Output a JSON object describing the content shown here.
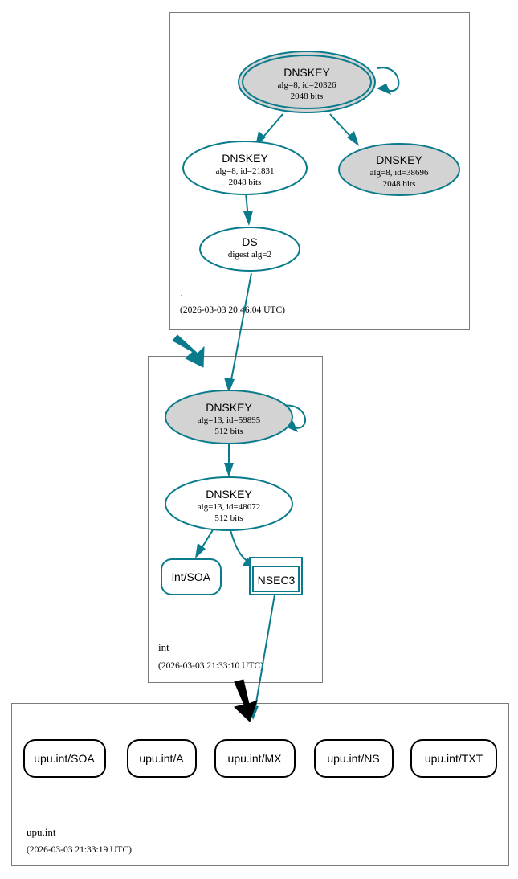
{
  "colors": {
    "secure": "#0a7b8c",
    "insecure": "#000000",
    "node_fill_gray": "#d3d3d3",
    "node_fill_white": "#ffffff",
    "zone_border": "#7a7a7a",
    "background": "#ffffff"
  },
  "zones": [
    {
      "id": "root",
      "name": ".",
      "timestamp": "(2026-03-03 20:46:04 UTC)",
      "nodes": [
        {
          "id": "root-ksk",
          "type": "DNSKEY",
          "shape": "double-ellipse",
          "fill": "gray",
          "title": "DNSKEY",
          "line2": "alg=8, id=20326",
          "line3": "2048 bits",
          "self_signed": true,
          "trust_anchor": true
        },
        {
          "id": "root-zsk-21831",
          "type": "DNSKEY",
          "shape": "ellipse",
          "fill": "white",
          "title": "DNSKEY",
          "line2": "alg=8, id=21831",
          "line3": "2048 bits",
          "self_signed": false,
          "trust_anchor": false
        },
        {
          "id": "root-zsk-38696",
          "type": "DNSKEY",
          "shape": "ellipse",
          "fill": "gray",
          "title": "DNSKEY",
          "line2": "alg=8, id=38696",
          "line3": "2048 bits",
          "self_signed": false,
          "trust_anchor": false
        },
        {
          "id": "root-ds",
          "type": "DS",
          "shape": "ellipse",
          "fill": "white",
          "title": "DS",
          "line2": "digest alg=2",
          "line3": "",
          "self_signed": false,
          "trust_anchor": false
        }
      ]
    },
    {
      "id": "int",
      "name": "int",
      "timestamp": "(2026-03-03 21:33:10 UTC)",
      "nodes": [
        {
          "id": "int-ksk",
          "type": "DNSKEY",
          "shape": "ellipse",
          "fill": "gray",
          "title": "DNSKEY",
          "line2": "alg=13, id=59895",
          "line3": "512 bits",
          "self_signed": true,
          "trust_anchor": false
        },
        {
          "id": "int-zsk",
          "type": "DNSKEY",
          "shape": "ellipse",
          "fill": "white",
          "title": "DNSKEY",
          "line2": "alg=13, id=48072",
          "line3": "512 bits",
          "self_signed": false,
          "trust_anchor": false
        },
        {
          "id": "int-soa",
          "type": "RRset",
          "shape": "rounded-rect",
          "fill": "white",
          "title": "int/SOA",
          "line2": "",
          "line3": "",
          "self_signed": false,
          "trust_anchor": false
        },
        {
          "id": "int-nsec3",
          "type": "NSEC3",
          "shape": "double-rect",
          "fill": "white",
          "title": "NSEC3",
          "line2": "",
          "line3": "",
          "self_signed": false,
          "trust_anchor": false
        }
      ]
    },
    {
      "id": "upu-int",
      "name": "upu.int",
      "timestamp": "(2026-03-03 21:33:19 UTC)",
      "nodes": [
        {
          "id": "upu-soa",
          "type": "RRset",
          "shape": "rounded-rect",
          "fill": "white",
          "title": "upu.int/SOA",
          "line2": "",
          "line3": "",
          "self_signed": false,
          "trust_anchor": false
        },
        {
          "id": "upu-a",
          "type": "RRset",
          "shape": "rounded-rect",
          "fill": "white",
          "title": "upu.int/A",
          "line2": "",
          "line3": "",
          "self_signed": false,
          "trust_anchor": false
        },
        {
          "id": "upu-mx",
          "type": "RRset",
          "shape": "rounded-rect",
          "fill": "white",
          "title": "upu.int/MX",
          "line2": "",
          "line3": "",
          "self_signed": false,
          "trust_anchor": false
        },
        {
          "id": "upu-ns",
          "type": "RRset",
          "shape": "rounded-rect",
          "fill": "white",
          "title": "upu.int/NS",
          "line2": "",
          "line3": "",
          "self_signed": false,
          "trust_anchor": false
        },
        {
          "id": "upu-txt",
          "type": "RRset",
          "shape": "rounded-rect",
          "fill": "white",
          "title": "upu.int/TXT",
          "line2": "",
          "line3": "",
          "self_signed": false,
          "trust_anchor": false
        }
      ]
    }
  ]
}
